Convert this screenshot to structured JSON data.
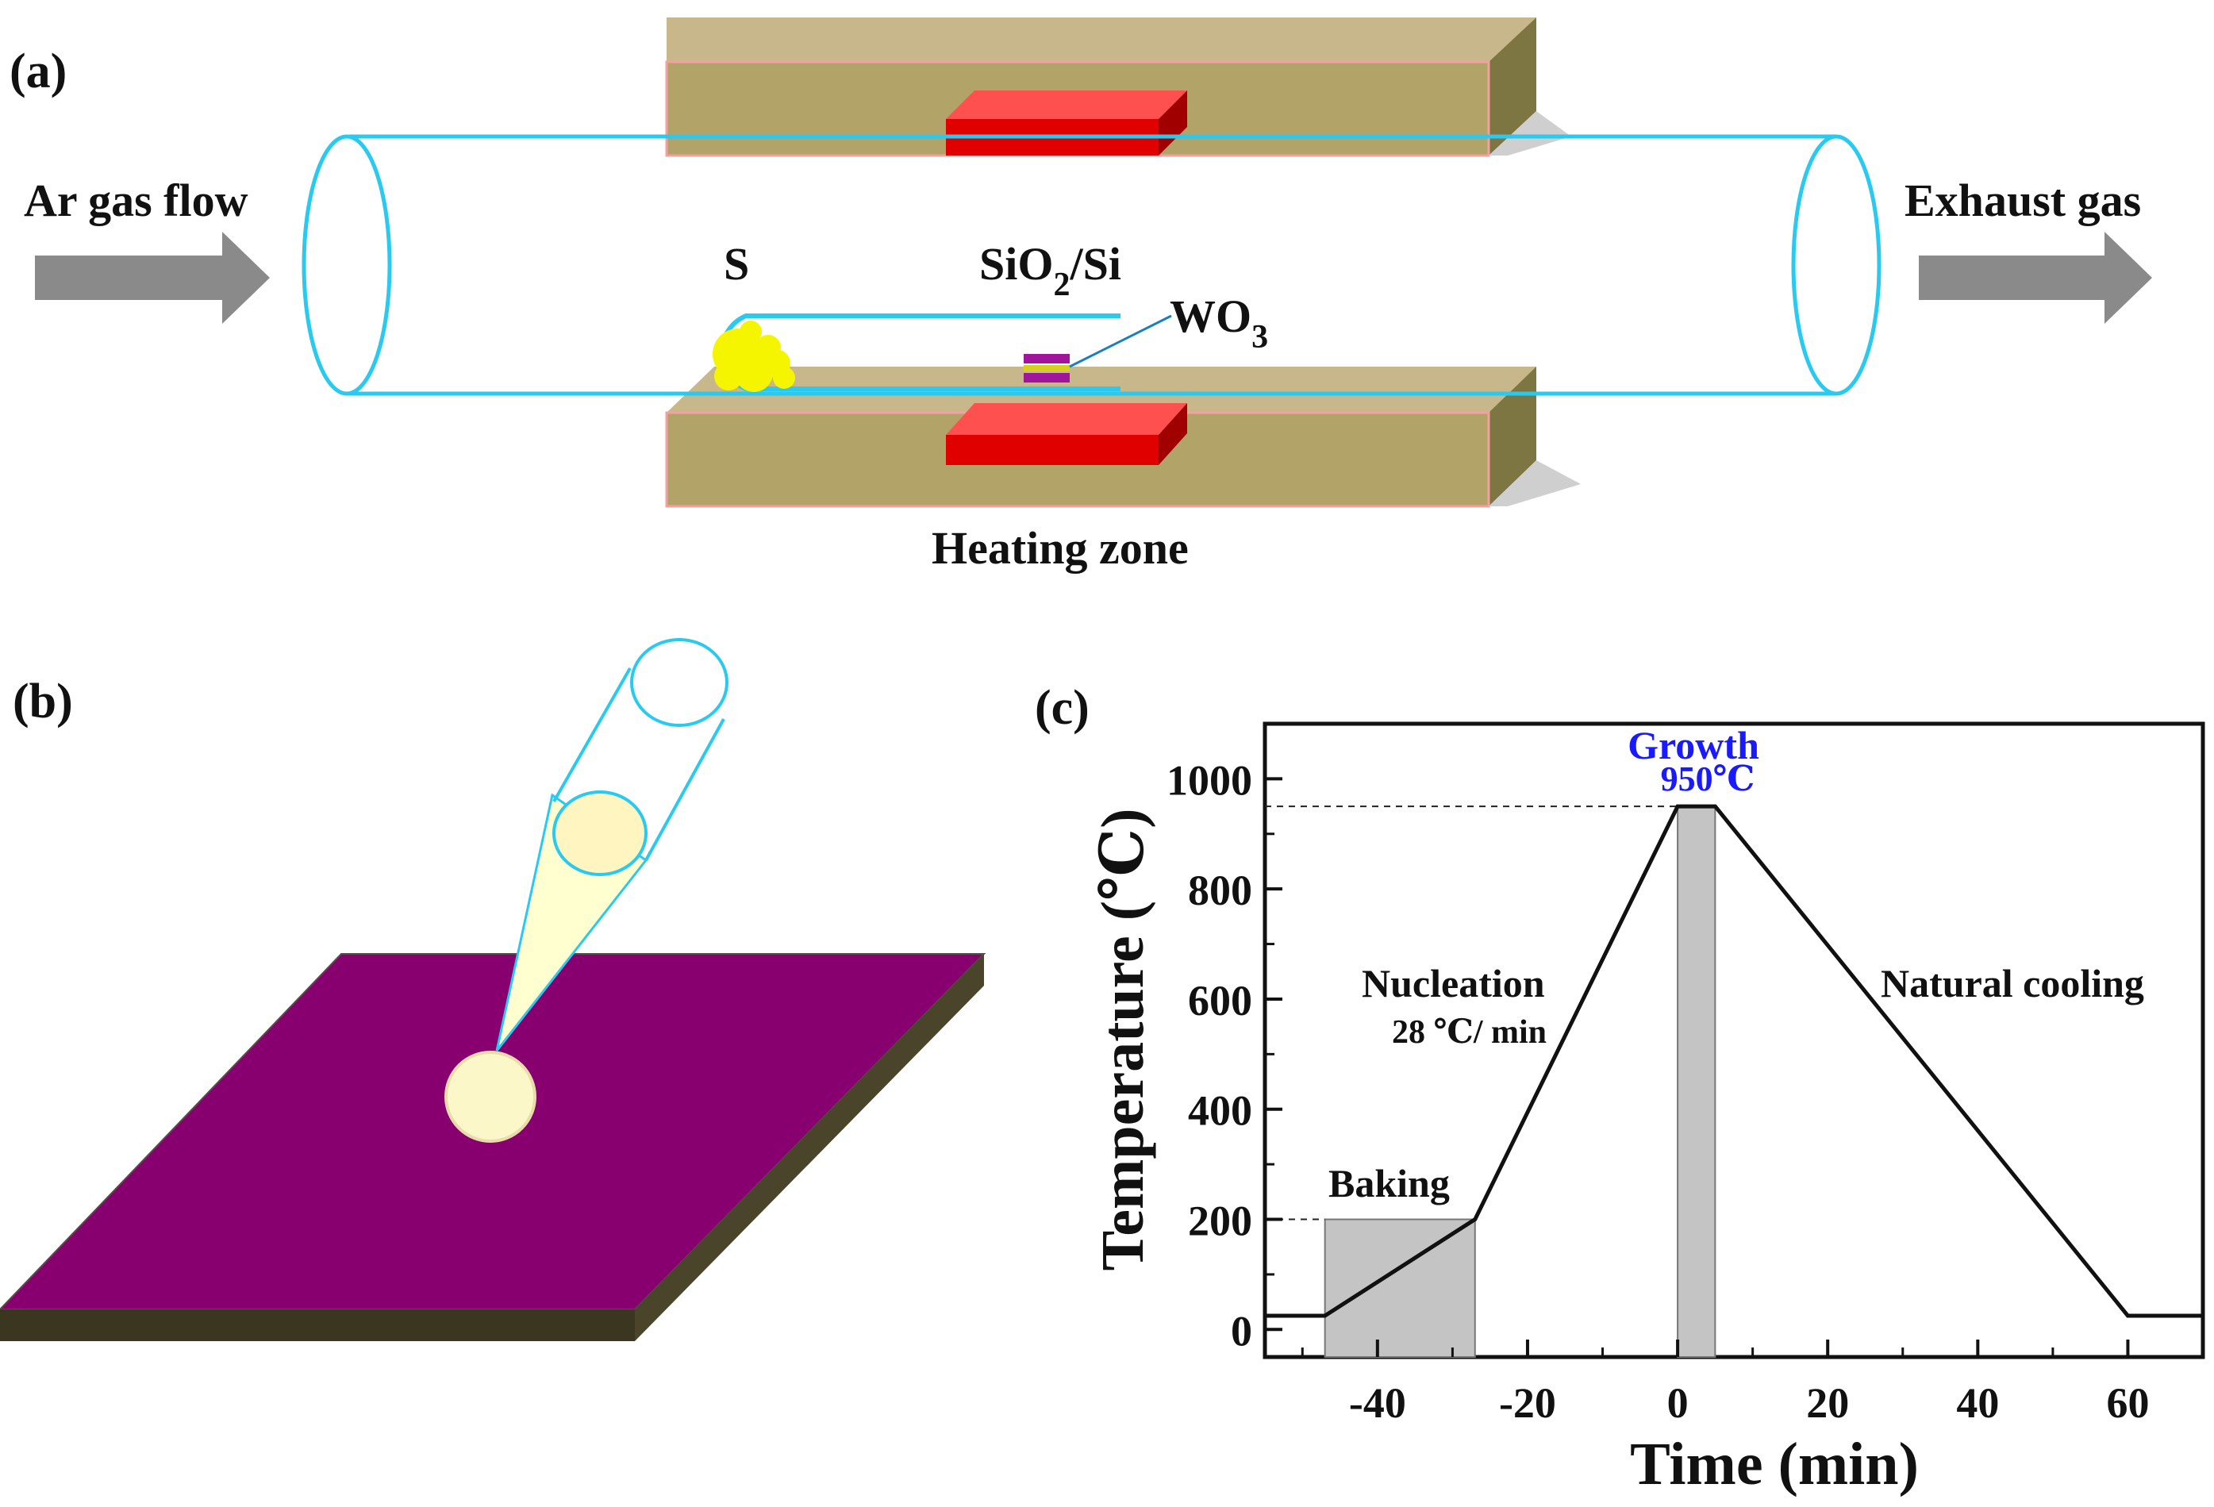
{
  "panel_a": {
    "tag": "(a)",
    "inlet": "Ar gas flow",
    "outlet": "Exhaust gas",
    "sulfur": "S",
    "substrate_main": "SiO",
    "substrate_sub": "2",
    "substrate_rest": "/Si",
    "precursor_main": "WO",
    "precursor_sub": "3",
    "zone": "Heating zone",
    "colors": {
      "tube": "#29c9f0",
      "furnace": "#b2a468",
      "heater": "#e00000",
      "sulfur": "#f6f500",
      "substrate": "#a0159a"
    }
  },
  "panel_b": {
    "tag": "(b)",
    "colors": {
      "plate_top": "#880070",
      "plate_side": "#3a3620",
      "beam": "#ffffd0",
      "spot": "#fbf7c8",
      "tube": "#29c9f0"
    }
  },
  "panel_c": {
    "tag": "(c)",
    "growth_title": "Growth",
    "growth_temp": "950℃",
    "nucleation": "Nucleation",
    "rate": "28 ℃/ min",
    "cooling": "Natural cooling",
    "baking": "Baking"
  },
  "chart_data": {
    "type": "line",
    "xlabel": "Time (min)",
    "ylabel": "Temperature (℃)",
    "xlim": [
      -55,
      70
    ],
    "ylim": [
      -50,
      1100
    ],
    "x_ticks": [
      -40,
      -20,
      0,
      20,
      40,
      60
    ],
    "y_ticks": [
      0,
      200,
      400,
      600,
      800,
      1000
    ],
    "series": [
      {
        "x": [
          -55,
          -47,
          -27,
          0,
          5,
          60,
          70
        ],
        "y": [
          25,
          25,
          200,
          950,
          950,
          25,
          25
        ]
      }
    ],
    "shaded_regions": [
      {
        "label": "Baking",
        "x0": -47,
        "x1": -27,
        "y0": -50,
        "y1": 200
      },
      {
        "label": "Growth",
        "x0": 0,
        "x1": 5,
        "y0": -50,
        "y1": 950
      }
    ],
    "reference_lines": [
      {
        "y": 950,
        "x0": -55,
        "x1": 0
      },
      {
        "y": 200,
        "x0": -55,
        "x1": -47
      }
    ]
  }
}
